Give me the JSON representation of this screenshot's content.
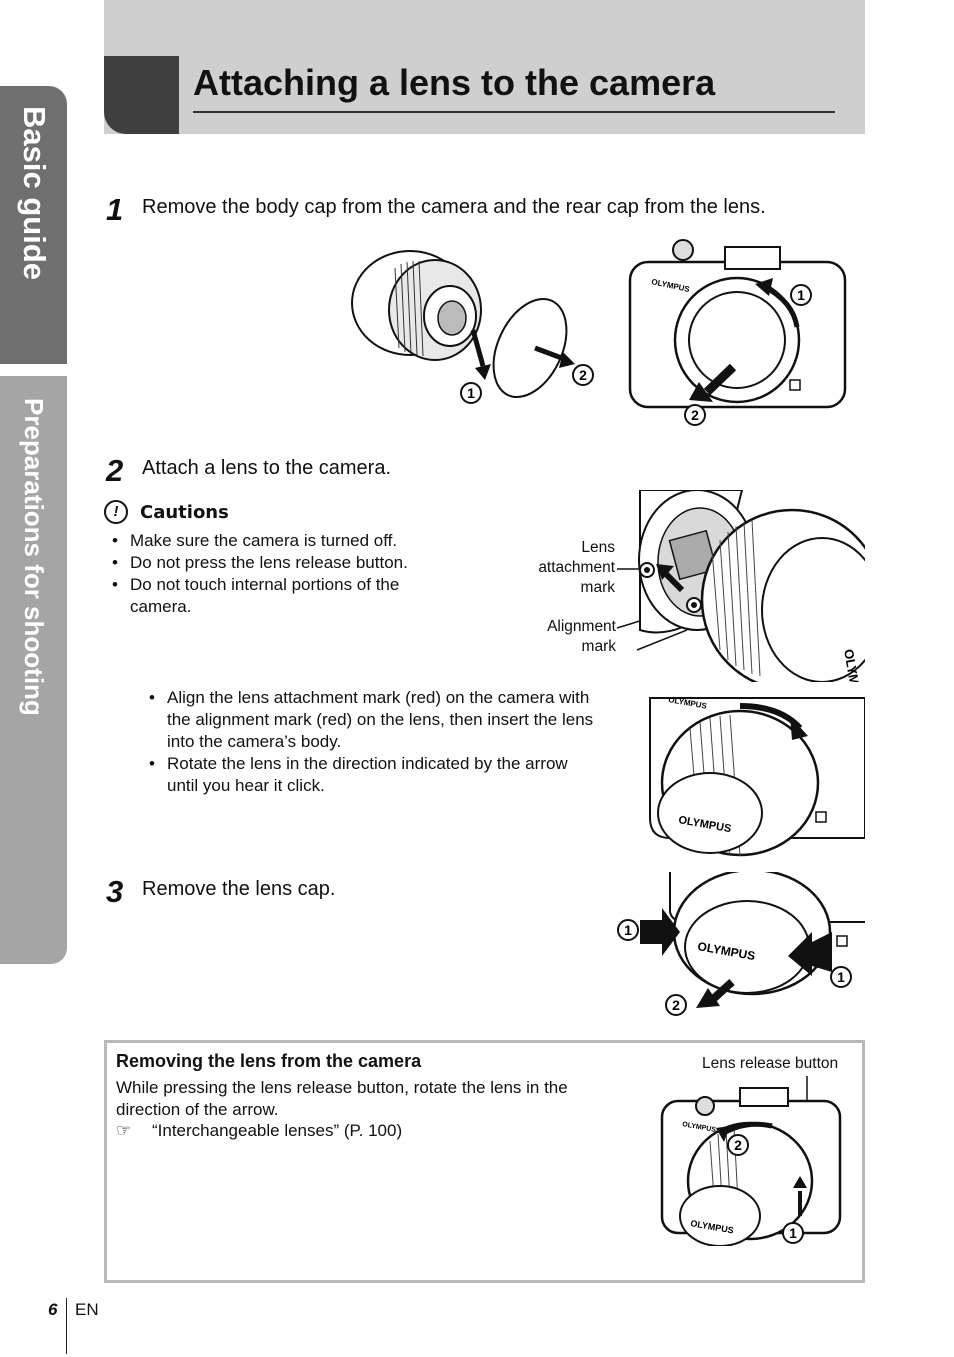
{
  "side_tabs": {
    "basic": "Basic guide",
    "prep": "Preparations for shooting"
  },
  "title": "Attaching a lens to the camera",
  "steps": [
    {
      "num": "1",
      "text": "Remove the body cap from the camera and the rear cap from the lens."
    },
    {
      "num": "2",
      "text": "Attach a lens to the camera."
    },
    {
      "num": "3",
      "text": "Remove the lens cap."
    }
  ],
  "cautions": {
    "icon": "!",
    "title": "Cautions",
    "items": [
      "Make sure the camera is turned off.",
      "Do not press the lens release button.",
      "Do not touch internal portions of the camera."
    ]
  },
  "callouts": {
    "lens_mark": "Lens attachment mark",
    "align_mark": "Alignment mark"
  },
  "align_items": [
    "Align the lens attachment mark (red) on the camera with the alignment mark (red) on the lens, then insert the lens into the camera’s body.",
    "Rotate the lens in the direction indicated by the arrow until you hear it click."
  ],
  "remove_box": {
    "title": "Removing the lens from the camera",
    "body": "While pressing the lens release button, rotate the lens in the direction of the arrow.",
    "ref_icon": "☞",
    "ref_text": "“Interchangeable lenses” (P. 100)",
    "release_label": "Lens release button"
  },
  "brand": "OLYMPUS",
  "markers": {
    "one": "1",
    "two": "2"
  },
  "footer": {
    "page": "6",
    "lang": "EN"
  }
}
